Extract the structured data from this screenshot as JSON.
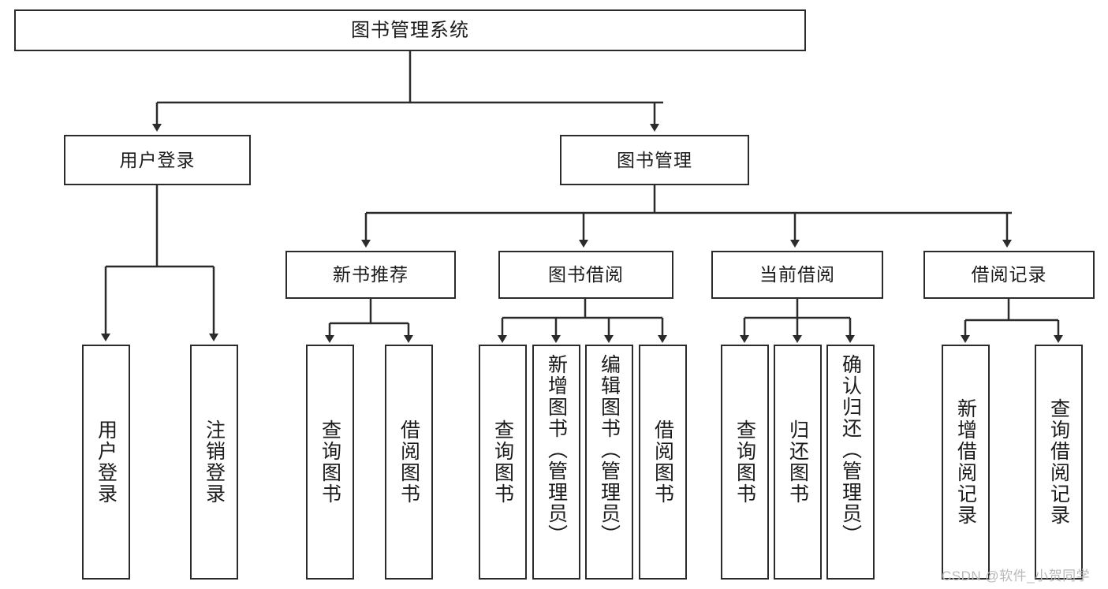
{
  "diagram": {
    "type": "tree-hierarchy-flowchart",
    "title_node": {
      "label": "图书管理系统"
    },
    "level1": [
      {
        "id": "user-login",
        "label": "用户登录"
      },
      {
        "id": "book-management",
        "label": "图书管理"
      }
    ],
    "level2": [
      {
        "id": "new-book-recommend",
        "label": "新书推荐",
        "parent": "book-management"
      },
      {
        "id": "book-borrow",
        "label": "图书借阅",
        "parent": "book-management"
      },
      {
        "id": "current-borrow",
        "label": "当前借阅",
        "parent": "book-management"
      },
      {
        "id": "borrow-record",
        "label": "借阅记录",
        "parent": "book-management"
      }
    ],
    "leaves": [
      {
        "id": "leaf-user-login",
        "label": "用户登录",
        "parent": "user-login"
      },
      {
        "id": "leaf-logout",
        "label": "注销登录",
        "parent": "user-login"
      },
      {
        "id": "leaf-query-books-1",
        "label": "查询图书",
        "parent": "new-book-recommend"
      },
      {
        "id": "leaf-borrow-books-1",
        "label": "借阅图书",
        "parent": "new-book-recommend"
      },
      {
        "id": "leaf-query-books-2",
        "label": "查询图书",
        "parent": "book-borrow"
      },
      {
        "id": "leaf-add-book",
        "label": "新增图书（管理员）",
        "parent": "book-borrow"
      },
      {
        "id": "leaf-edit-book",
        "label": "编辑图书（管理员）",
        "parent": "book-borrow"
      },
      {
        "id": "leaf-borrow-books-2",
        "label": "借阅图书",
        "parent": "book-borrow"
      },
      {
        "id": "leaf-query-books-3",
        "label": "查询图书",
        "parent": "current-borrow"
      },
      {
        "id": "leaf-return-books",
        "label": "归还图书",
        "parent": "current-borrow"
      },
      {
        "id": "leaf-confirm-return",
        "label": "确认归还（管理员）",
        "parent": "current-borrow"
      },
      {
        "id": "leaf-add-record",
        "label": "新增借阅记录",
        "parent": "borrow-record"
      },
      {
        "id": "leaf-query-record",
        "label": "查询借阅记录",
        "parent": "borrow-record"
      }
    ],
    "colors": {
      "stroke": "#2b2b2b",
      "fill": "#ffffff",
      "text": "#1b1b1b",
      "watermark": "#b9b9b9"
    }
  },
  "watermark": {
    "text": "CSDN @软件_小贺同学"
  }
}
